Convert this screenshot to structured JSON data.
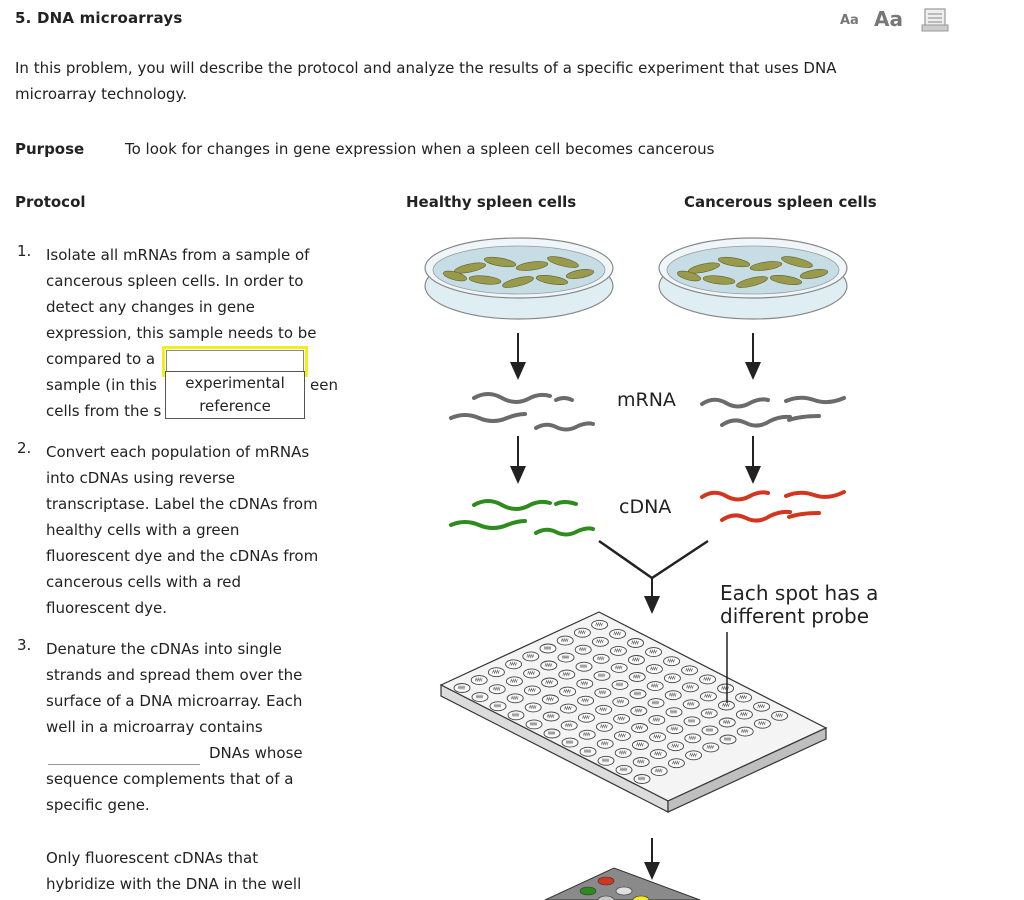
{
  "header": {
    "title": "5. DNA microarrays",
    "font_small_label": "Aa",
    "font_large_label": "Aa",
    "print_icon": "print-icon"
  },
  "intro": {
    "line1": "In this problem, you will describe the protocol and analyze the results of a specific experiment that uses DNA",
    "line2": "microarray technology."
  },
  "purpose": {
    "label": "Purpose",
    "text": "To look for changes in gene expression when a spleen cell becomes cancerous"
  },
  "protocol": {
    "label": "Protocol",
    "step1": {
      "num": "1.",
      "l1": "Isolate all mRNAs from a sample of",
      "l2": "cancerous spleen cells. In order to",
      "l3": "detect any changes in gene",
      "l4": "expression, this sample needs to be",
      "l5": "compared to a",
      "l6a": "sample (in this",
      "l6b": "een",
      "l7": "cells from the s",
      "dropdown_options": [
        "experimental",
        "reference"
      ]
    },
    "step2": {
      "num": "2.",
      "l1": "Convert each population of mRNAs",
      "l2": "into cDNAs using reverse",
      "l3": "transcriptase. Label the cDNAs from",
      "l4": "healthy cells with a green",
      "l5": "fluorescent dye and the cDNAs from",
      "l6": "cancerous cells with a red",
      "l7": "fluorescent dye."
    },
    "step3": {
      "num": "3.",
      "l1": "Denature the cDNAs into single",
      "l2": "strands and spread them over the",
      "l3": "surface of a DNA microarray. Each",
      "l4": "well in a microarray contains",
      "l5": "DNAs whose",
      "l6": "sequence complements that of a",
      "l7": "specific gene."
    },
    "after": {
      "l1": "Only fluorescent cDNAs that",
      "l2": "hybridize with the DNA in the well"
    }
  },
  "diagram": {
    "healthy_head": "Healthy spleen cells",
    "cancer_head": "Cancerous spleen cells",
    "mrna_label": "mRNA",
    "cdna_label": "cDNA",
    "spot_label_l1": "Each spot has a",
    "spot_label_l2": "different probe",
    "colors": {
      "mrna": "#6b6b6b",
      "cdna_healthy": "#2e8b1e",
      "cdna_cancer": "#d2361e",
      "dish": "#c8dde6",
      "cells": "#8a8a3c",
      "highlight": "#f3ee1d"
    }
  }
}
